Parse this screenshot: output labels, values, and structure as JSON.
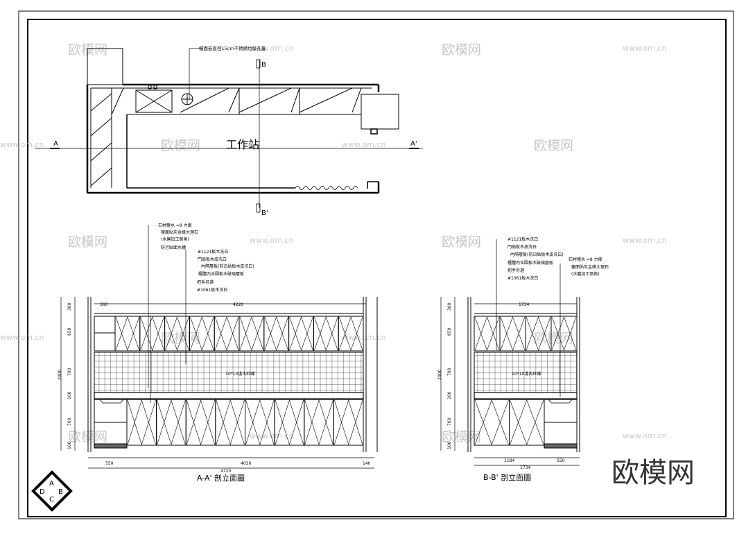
{
  "plan": {
    "room_label": "工作站",
    "section_a_left": "A",
    "section_a_right": "A'",
    "section_b_top": "B",
    "section_b_bottom": "B'",
    "note_top": "檯面嵌直徑15cm不銹鋼垃圾孔蓋"
  },
  "elevation_a": {
    "title": "A-A' 剖立面圖",
    "backsplash_label": "10*10淺古紅磚",
    "notes": [
      "石材檯水 =8 力度",
      "檯面貼灰金峰大理石",
      "(水磨加工倒角)",
      "防污貼面水槽",
      "#1121板木洗白",
      "門扇板木皮洗白",
      "內隔層板(前沿貼板木皮洗白)",
      "櫃體內含圓板木破璃層板",
      "把手另選",
      "#1061板木洗白"
    ],
    "dim_left": [
      "300",
      "650",
      "700",
      "100",
      "760",
      "100"
    ],
    "dim_total_height": "2000",
    "dim_top": [
      "360",
      "4220"
    ],
    "dim_bottom": [
      "550",
      "4030",
      "140"
    ],
    "dim_bottom_total": "4720"
  },
  "elevation_b": {
    "title": "B-B' 剖立面圖",
    "backsplash_label": "10*10淺古紅磚",
    "notes_left": [
      "#1121板木洗白",
      "門扇板木皮洗白",
      "內隔層板(前沿貼板木皮洗白)",
      "櫃體內含圓板木破璃層板",
      "把手另選",
      "#1061板木洗白"
    ],
    "notes_right": [
      "石材檯水 =8 力度",
      "檯面貼灰金峰大理石",
      "(水磨加工倒角)"
    ],
    "dim_left": [
      "300",
      "650",
      "700",
      "100",
      "760",
      "100"
    ],
    "dim_total_height": "2000",
    "dim_top": "1734",
    "dim_bottom": [
      "1184",
      "550"
    ],
    "dim_bottom_total": "1734"
  },
  "title_block": {
    "letters": [
      "A",
      "B",
      "C",
      "D"
    ]
  },
  "watermarks": {
    "logo": "欧模网",
    "url": "www.om.cn"
  }
}
